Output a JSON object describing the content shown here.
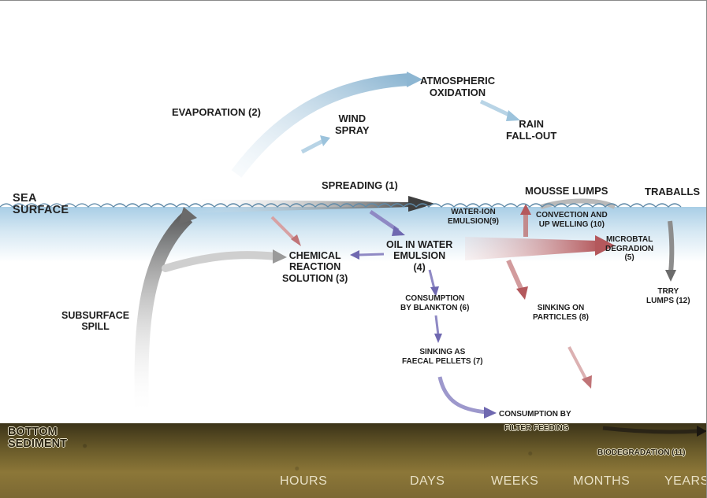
{
  "labels": {
    "evaporation": "EVAPORATION (2)",
    "atmospheric_oxidation": "ATMOSPHERIC\nOXIDATION",
    "wind_spray": "WIND\nSPRAY",
    "rain_fallout": "RAIN\nFALL-OUT",
    "spreading": "SPREADING (1)",
    "mousse_lumps": "MOUSSE LUMPS",
    "traballs": "TRABALLS",
    "sea_surface": "SEA\nSURFACE",
    "water_ion_emulsion": "WATER-ION\nEMULSION(9)",
    "convection": "CONVECTION AND\nUP WELLING (10)",
    "microbial_degradation": "MICROBTAL\nDEGRADION\n(5)",
    "chemical_reaction": "CHEMICAL\nREACTION\nSOLUTION (3)",
    "oil_in_water": "OIL IN WATER\nEMULSION\n(4)",
    "consumption_plankton": "CONSUMPTION\nBY BLANKTON (6)",
    "sinking_particles": "SINKING ON\nPARTICLES (8)",
    "tarry_lumps": "TRRY\nLUMPS (12)",
    "subsurface_spill": "SUBSURFACE\nSPILL",
    "sinking_faecal": "SINKING AS\nFAECAL PELLETS (7)",
    "consumption_filter": "CONSUMPTION BY",
    "filter_feeding": "FILTER FEEDING",
    "bottom_sediment": "BOTTOM\nSEDIMENT",
    "biodegradation": "BIODEGRADATION (11)"
  },
  "timeline": [
    "HOURS",
    "DAYS",
    "WEEKS",
    "MONTHS",
    "YEARS"
  ],
  "colors": {
    "sea": "#a9cee6",
    "sediment": "#6a5b2a",
    "arrow_gray": "#6b6b6b",
    "arrow_blue": "#9cc0d8",
    "arrow_purple": "#7b74b8",
    "arrow_red": "#b8676a",
    "timeline_text": "#e9e1c6"
  }
}
